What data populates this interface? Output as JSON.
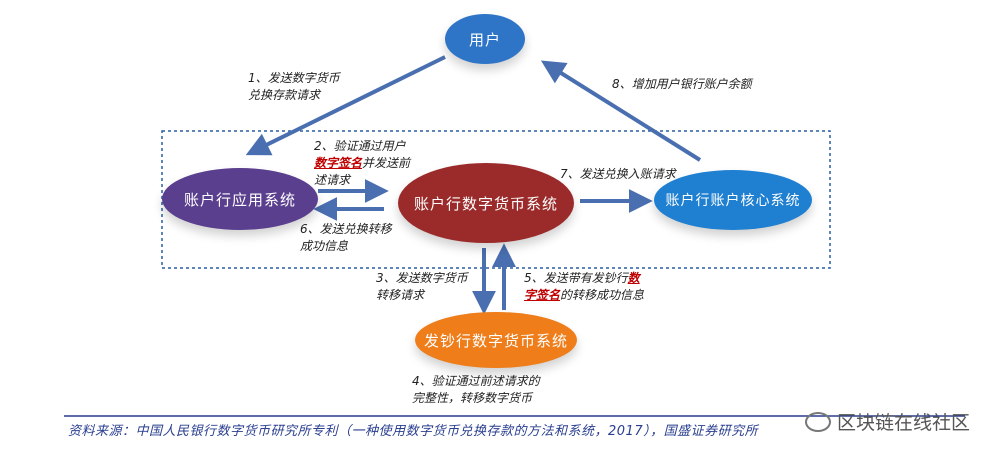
{
  "nodes": {
    "user": "用户",
    "bank_app": "账户行应用系统",
    "bank_dc": "账户行数字货币系统",
    "bank_core": "账户行账户核心系统",
    "issuer_dc": "发钞行数字货币系统"
  },
  "steps": {
    "s1_line1": "1、发送数字货币",
    "s1_line2": "兑换存款请求",
    "s2_line1": "2、验证通过用户",
    "s2_hl": "数字签名",
    "s2_rest": "并发送前",
    "s2_line3": "述请求",
    "s3_line1": "3、发送数字货币",
    "s3_line2": "转移请求",
    "s4_line1": "4、验证通过前述请求的",
    "s4_line2": "完整性，转移数字货币",
    "s5_line1a": "5、发送带有发钞行",
    "s5_hl1": "数",
    "s5_hl2": "字签名",
    "s5_line2b": "的转移成功信息",
    "s6_line1": "6、发送兑换转移",
    "s6_line2": "成功信息",
    "s7": "7、发送兑换入账请求",
    "s8": "8、增加用户银行账户余额"
  },
  "footer": {
    "source": "资料来源：中国人民银行数字货币研究所专利（一种使用数字货币兑换存款的方法和系统，2017），国盛证券研究所",
    "watermark": "区块链在线社区"
  },
  "colors": {
    "user": "#2e75c8",
    "bank_app": "#5b3f8f",
    "bank_dc": "#9b2a2a",
    "bank_core": "#1f7fd0",
    "issuer_dc": "#ee7d1a",
    "arrow": "#4a6fb0",
    "highlight": "#c00000"
  }
}
